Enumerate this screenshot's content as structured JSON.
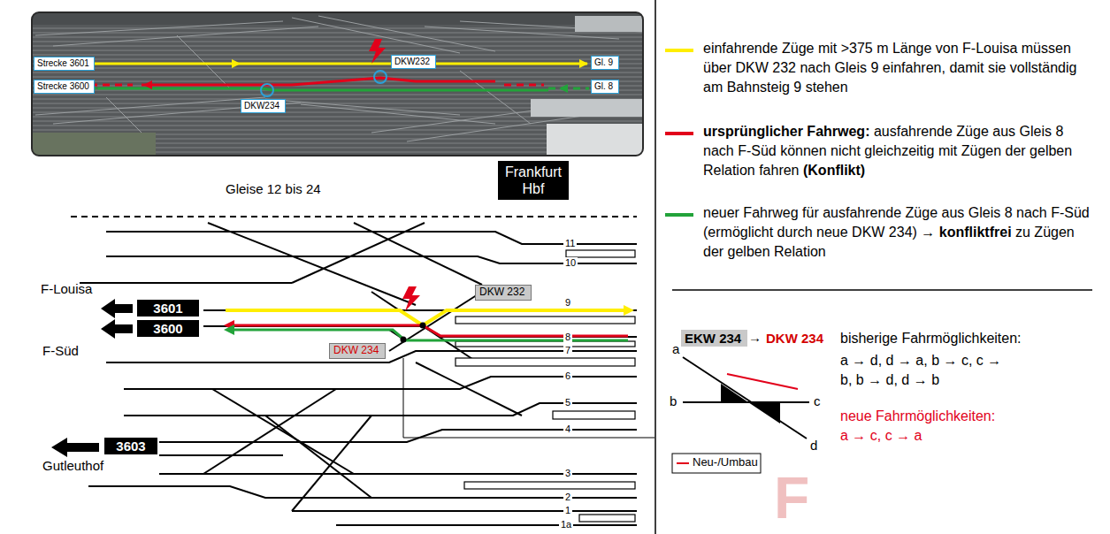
{
  "diagram": {
    "nodes": [
      {
        "text": [
          "Strecke 3601"
        ]
      },
      {
        "text": [
          "Strecke 3600"
        ]
      },
      {
        "text": [
          "DKW232"
        ]
      },
      {
        "text": [
          "DKW234"
        ]
      },
      {
        "text": [
          "Gl. 9"
        ]
      },
      {
        "text": [
          "Gl. 8"
        ]
      },
      {
        "text": [
          "Frankfurt Hbf"
        ]
      },
      {
        "text": [
          "3601"
        ]
      },
      {
        "text": [
          "3600"
        ]
      },
      {
        "text": [
          "3603"
        ]
      },
      {
        "text": [
          "DKW 232"
        ]
      },
      {
        "text": [
          "DKW 234"
        ]
      },
      {
        "text": [
          "EKW 234"
        ]
      }
    ],
    "labels": [
      "Gleise 12 bis 24",
      "11",
      "10",
      "9",
      "8",
      "7",
      "6",
      "5",
      "4",
      "3",
      "2",
      "1",
      "1a",
      "F-Louisa",
      "F-Süd",
      "Gutleuthof",
      "→",
      "DKW 234",
      "a",
      "b",
      "c",
      "d",
      "bisherige Fahrmöglichkeiten:",
      "a → d, d → a, b → c, c → b, b → d, d → b",
      "neue Fahrmöglichkeiten:",
      "a → c, c → a",
      "F"
    ],
    "legend": [
      {
        "text": "einfahrende Züge mit >375 m Länge von F-Louisa müssen über DKW 232 nach Gleis 9 einfahren, damit sie vollständig am Bahnsteig 9 stehen",
        "color": "#ffee00"
      },
      {
        "text": "ursprünglicher Fahrweg: ausfahrende Züge aus Gleis 8 nach F-Süd können nicht gleichzeitig mit Zügen der gelben Relation fahren (Konflikt)",
        "color": "#e2001a"
      },
      {
        "text": "neuer Fahrweg für ausfahrende Züge aus Gleis 8 nach F-Süd (ermöglicht durch neue DKW 234) → konfliktfrei zu Zügen der gelben Relation",
        "color": "#22a33a"
      },
      {
        "text": "Neu-/Umbau",
        "color": "#e2001a"
      }
    ]
  }
}
